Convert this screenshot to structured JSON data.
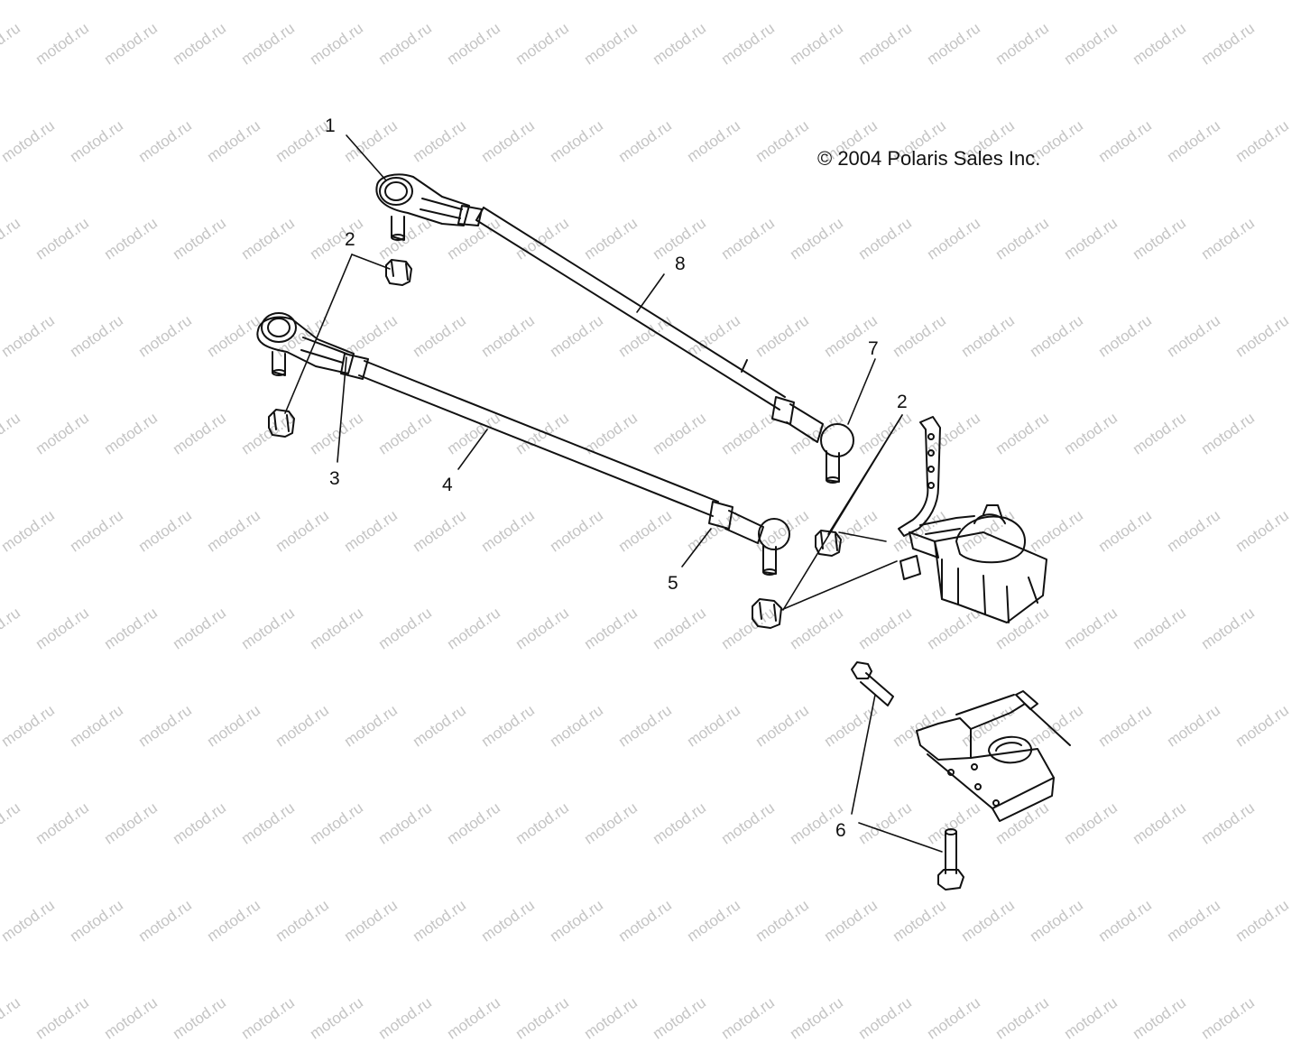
{
  "copyright": "© 2004 Polaris Sales Inc.",
  "watermark": "motod.ru",
  "callouts": {
    "c1": "1",
    "c2a": "2",
    "c2b": "2",
    "c3": "3",
    "c4": "4",
    "c5": "5",
    "c6": "6",
    "c7": "7",
    "c8": "8"
  }
}
